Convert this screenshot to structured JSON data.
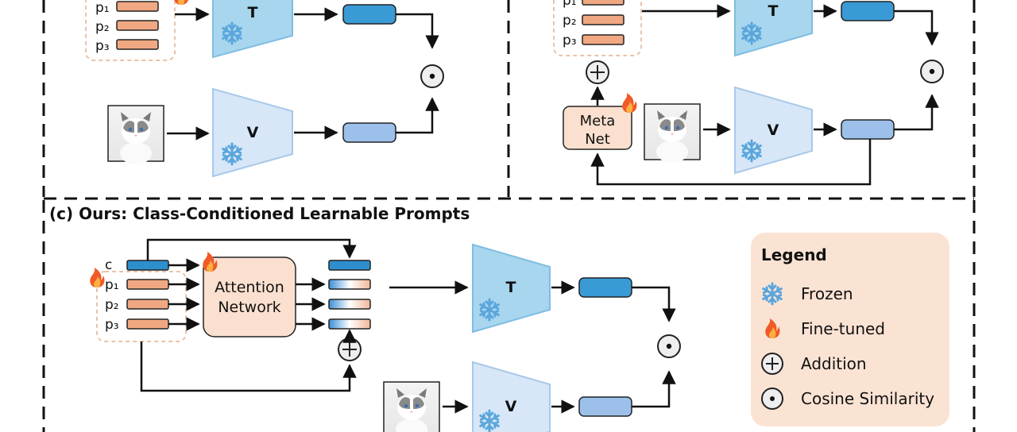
{
  "panel_c_title": "(c) Ours: Class-Conditioned Learnable Prompts",
  "encoders": {
    "text": "T",
    "vision": "V"
  },
  "prompts": {
    "p1": "p₁",
    "p2": "p₂",
    "p3": "p₃",
    "class": "c"
  },
  "meta_net": {
    "line1": "Meta",
    "line2": "Net"
  },
  "attention_network": {
    "line1": "Attention",
    "line2": "Network"
  },
  "legend": {
    "title": "Legend",
    "frozen": "Frozen",
    "fine_tuned": "Fine-tuned",
    "addition": "Addition",
    "cosine_similarity": "Cosine Similarity"
  },
  "colors": {
    "prompt_token": "#f0a882",
    "class_token": "#2e8fce",
    "text_encoder": "#a7d6ee",
    "vision_encoder": "#d7e7f7",
    "text_feature": "#3a9ad6",
    "image_feature": "#9cc0ea",
    "meta_net": "#fbe0cf",
    "legend_bg": "#fbe3d4"
  },
  "icons": [
    "snowflake-icon",
    "flame-icon",
    "plus-circle-icon",
    "dot-circle-icon",
    "cat-image"
  ]
}
